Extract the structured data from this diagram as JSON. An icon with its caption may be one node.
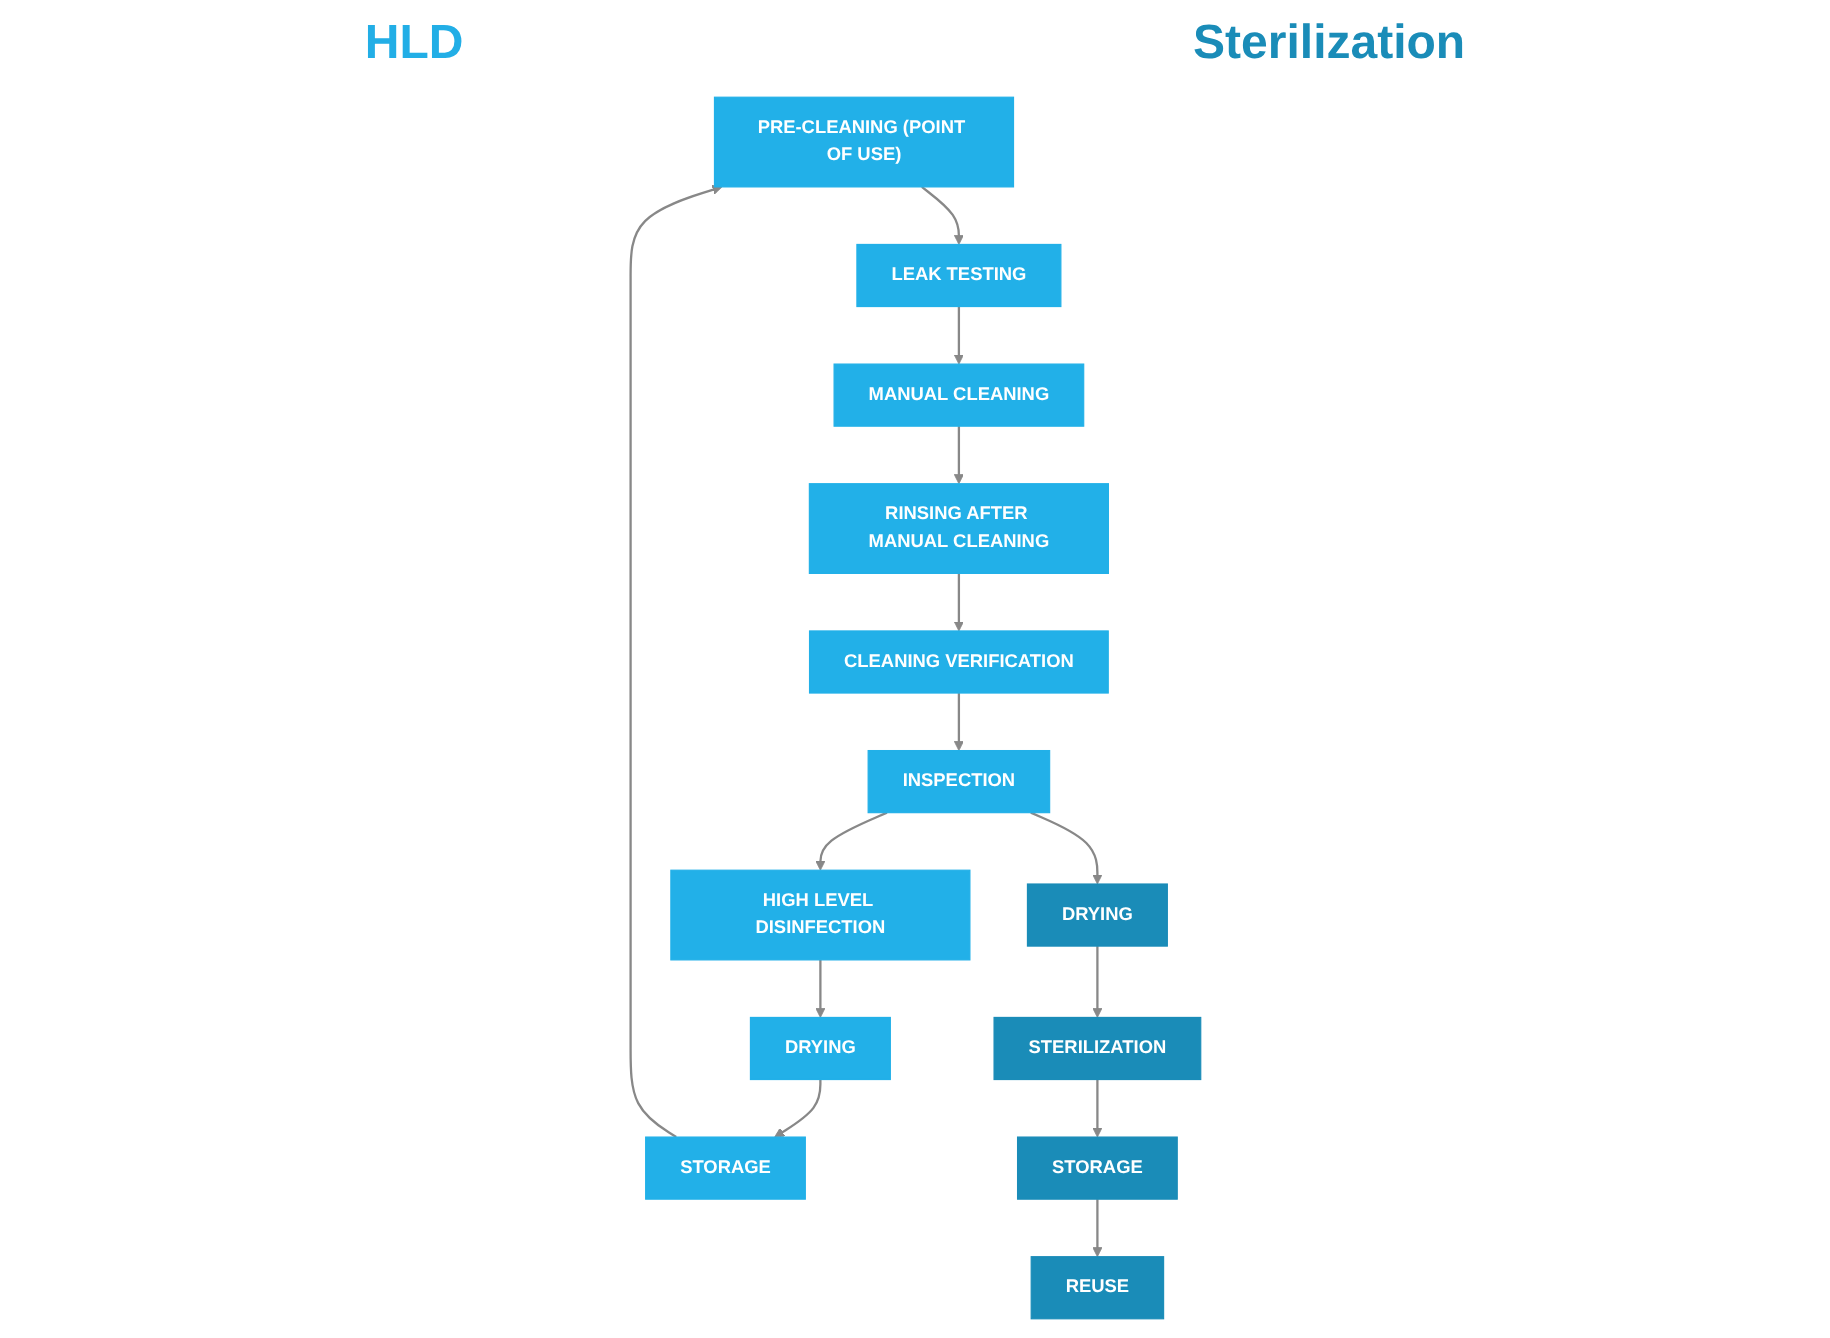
{
  "diagram": {
    "nodes": [
      {
        "text": [
          "PRE-CLEANING (POINT OF USE)"
        ]
      },
      {
        "text": [
          "LEAK TESTING"
        ]
      },
      {
        "text": [
          "MANUAL CLEANING"
        ]
      },
      {
        "text": [
          "RINSING AFTER MANUAL CLEANING"
        ]
      },
      {
        "text": [
          "CLEANING VERIFICATION"
        ]
      },
      {
        "text": [
          "INSPECTION"
        ]
      },
      {
        "text": [
          "HIGH LEVEL DISINFECTION"
        ]
      },
      {
        "text": [
          "DRYING"
        ]
      },
      {
        "text": [
          "STORAGE"
        ]
      },
      {
        "text": [
          "REUSE"
        ]
      },
      {
        "text": [
          "STORAGE"
        ]
      },
      {
        "text": [
          "STERILIZATION"
        ]
      },
      {
        "text": [
          "DRYING"
        ]
      }
    ],
    "edges": [
      {
        "from": 0,
        "to": 1,
        "arrow": "to"
      },
      {
        "from": 1,
        "to": 2,
        "arrow": "to"
      },
      {
        "from": 2,
        "to": 3,
        "arrow": "to"
      },
      {
        "from": 3,
        "to": 4,
        "arrow": "to"
      },
      {
        "from": 4,
        "to": 5,
        "arrow": "to"
      },
      {
        "from": 5,
        "to": 6,
        "arrow": "to"
      },
      {
        "from": 6,
        "to": 7,
        "arrow": "to"
      },
      {
        "from": 7,
        "to": 8,
        "arrow": "to"
      },
      {
        "from": 8,
        "to": 0,
        "arrow": "to"
      },
      {
        "from": 5,
        "to": 12,
        "arrow": "to"
      },
      {
        "from": 12,
        "to": 11,
        "arrow": "to"
      },
      {
        "from": 11,
        "to": 10,
        "arrow": "to"
      },
      {
        "from": 10,
        "to": 9,
        "arrow": "to"
      }
    ],
    "labels": [
      "HLD",
      "Sterilization"
    ]
  }
}
